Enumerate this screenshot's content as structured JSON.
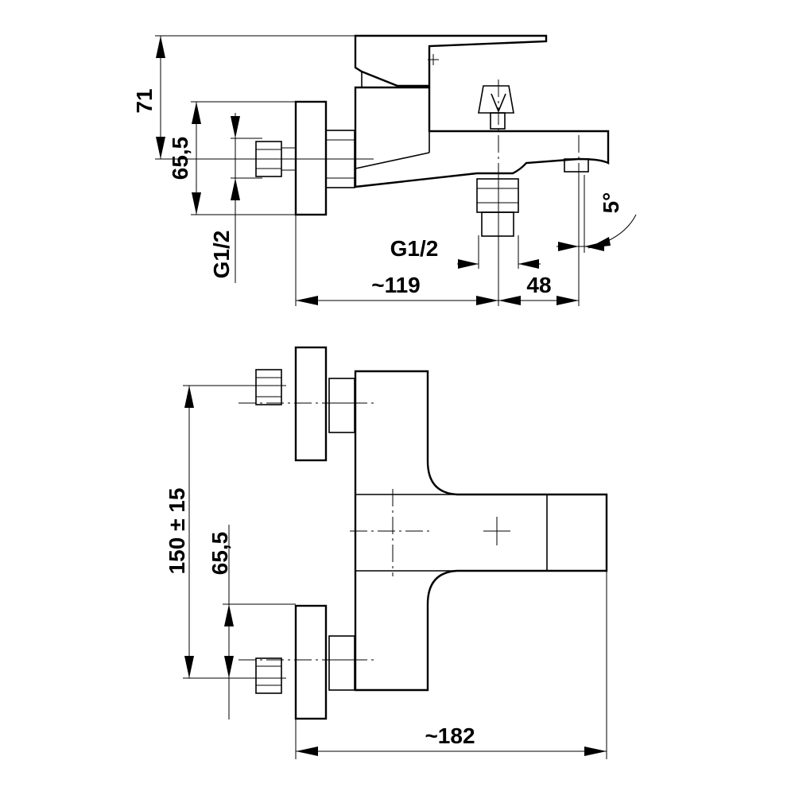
{
  "dimensions": {
    "height_71": "71",
    "pitch_65_5_side": "65,5",
    "thread_side": "G1/2",
    "thread_bottom": "G1/2",
    "spout_angle": "5°",
    "depth_119": "~119",
    "offset_48": "48",
    "centres_150": "150 ± 15",
    "pitch_65_5_plan": "65,5",
    "length_182": "~182"
  }
}
